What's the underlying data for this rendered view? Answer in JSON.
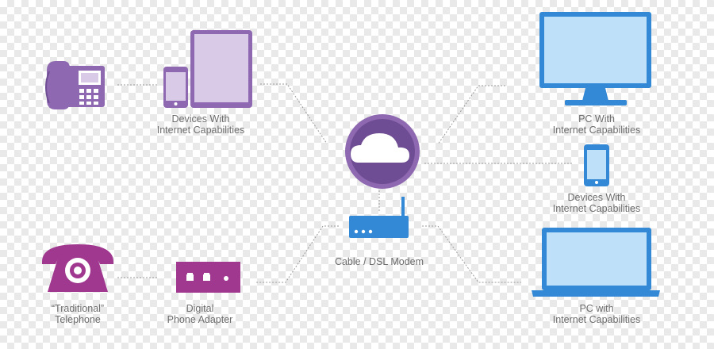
{
  "labels": {
    "devices_top_left": [
      "Devices With",
      "Internet Capabilities"
    ],
    "pc_top_right": [
      "PC With",
      "Internet Capabilities"
    ],
    "devices_right": [
      "Devices With",
      "Internet Capabilities"
    ],
    "modem": "Cable / DSL Modem",
    "telephone": [
      "“Traditional”",
      "Telephone"
    ],
    "adapter": [
      "Digital",
      "Phone Adapter"
    ],
    "pc_bottom_right": [
      "PC with",
      "Internet Capabilities"
    ]
  },
  "colors": {
    "purple": "#8e68b0",
    "purple_dark": "#6f4d94",
    "magenta": "#a0388f",
    "blue": "#3489d6",
    "blue_screen": "#bfe0f9",
    "connector": "#9a9a9a",
    "label": "#6d6d6d"
  },
  "icons": [
    "office-phone-icon",
    "tablet-icon",
    "smartphone-icon",
    "cloud-icon",
    "modem-icon",
    "monitor-icon",
    "laptop-icon",
    "rotary-phone-icon",
    "phone-adapter-icon"
  ]
}
